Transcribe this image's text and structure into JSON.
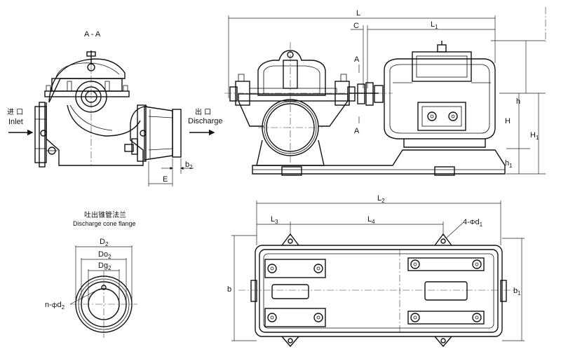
{
  "section_view": {
    "title": "A - A",
    "inlet_cn": "进 口",
    "inlet_en": "Inlet",
    "discharge_cn": "出 口",
    "discharge_en": "Discharge",
    "dim_b2": "b",
    "dim_b2_sub": "2",
    "dim_E": "E"
  },
  "flange_view": {
    "title_cn": "吐出锥管法兰",
    "title_en": "Discharge cone flange",
    "dim_D2": "D",
    "dim_D2_sub": "2",
    "dim_Do2": "Do",
    "dim_Do2_sub": "2",
    "dim_Dg2": "Dg",
    "dim_Dg2_sub": "2",
    "holes": "n-",
    "holes_phi": "ф",
    "holes_d": "d",
    "holes_sub": "2"
  },
  "side_view": {
    "dim_L": "L",
    "dim_C": "C",
    "dim_L1": "L",
    "dim_L1_sub": "1",
    "section_mark_top": "A",
    "section_mark_bottom": "A",
    "dim_h": "h",
    "dim_H": "H",
    "dim_H1": "H",
    "dim_H1_sub": "1",
    "dim_h1": "h",
    "dim_h1_sub": "1"
  },
  "plan_view": {
    "dim_L2": "L",
    "dim_L2_sub": "2",
    "dim_L3": "L",
    "dim_L3_sub": "3",
    "dim_L4": "L",
    "dim_L4_sub": "4",
    "holes": "4-",
    "holes_phi": "Ф",
    "holes_d": "d",
    "holes_sub": "1",
    "dim_b": "b",
    "dim_b1": "b",
    "dim_b1_sub": "1"
  }
}
